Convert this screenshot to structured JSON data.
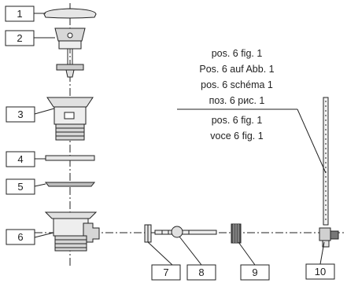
{
  "labels": [
    "1",
    "2",
    "3",
    "4",
    "5",
    "6",
    "7",
    "8",
    "9",
    "10"
  ],
  "note_lines": [
    "pos. 6 fig. 1",
    "Pos. 6 auf Abb. 1",
    "pos. 6 schéma 1",
    "поз. 6 рис. 1",
    "pos. 6 fig. 1",
    "voce 6 fig. 1"
  ]
}
